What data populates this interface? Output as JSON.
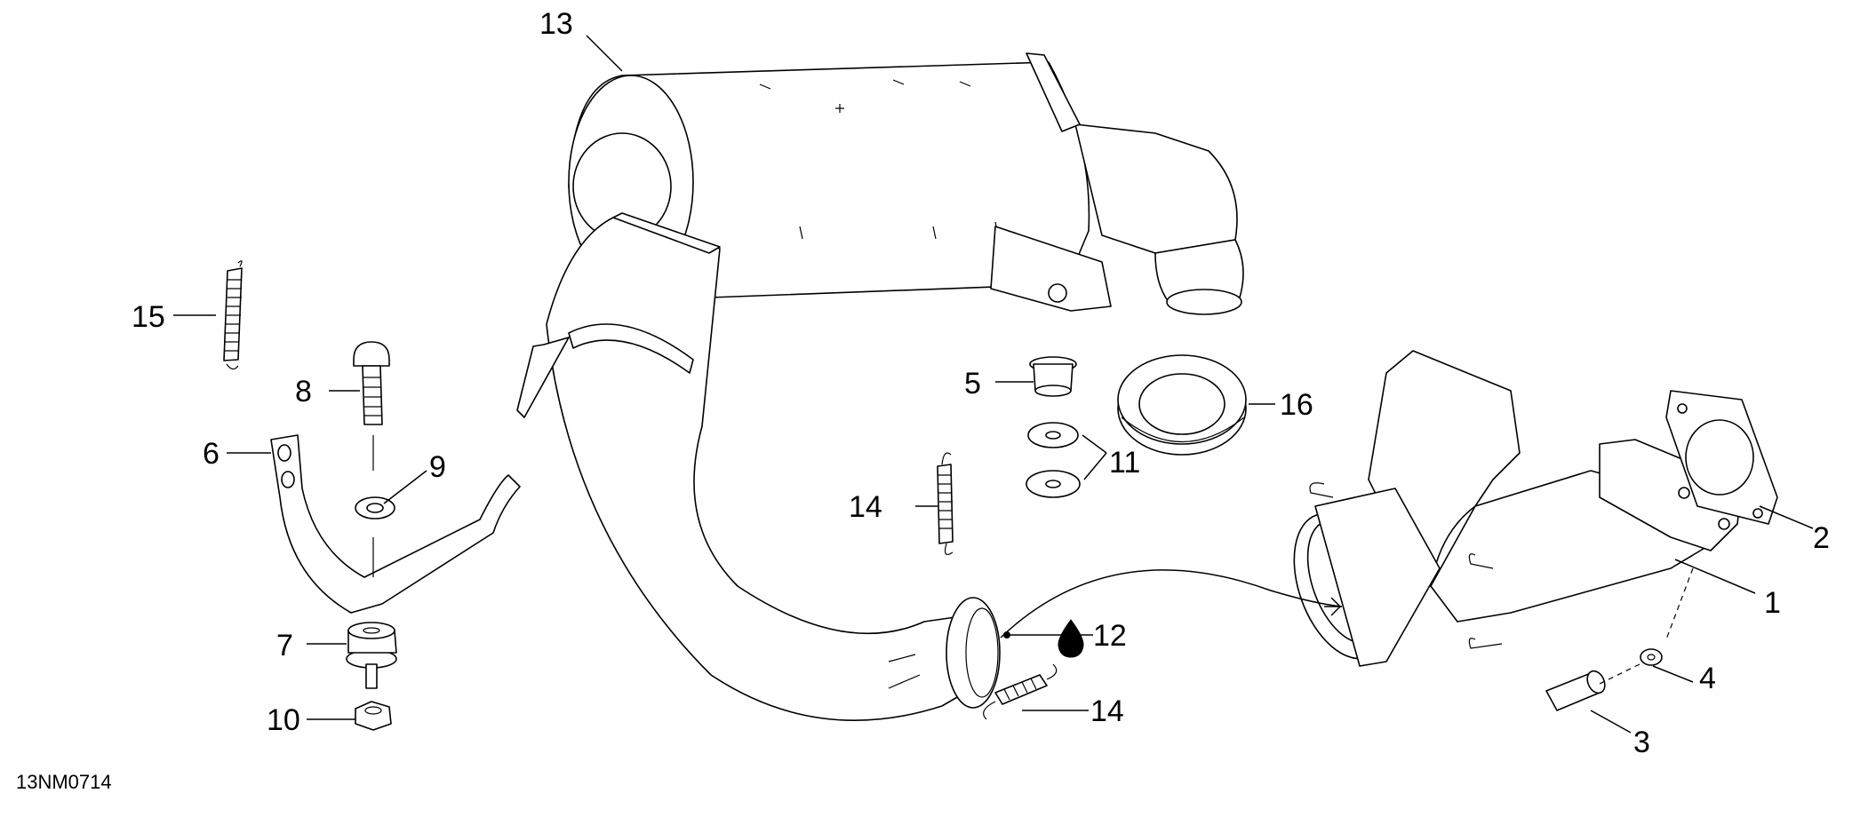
{
  "drawing_code": "13NM0714",
  "callouts": {
    "c1": "1",
    "c2": "2",
    "c3": "3",
    "c4": "4",
    "c5": "5",
    "c6": "6",
    "c7": "7",
    "c8": "8",
    "c9": "9",
    "c10": "10",
    "c11": "11",
    "c12": "12",
    "c13": "13",
    "c14a": "14",
    "c14b": "14",
    "c15": "15",
    "c16": "16"
  },
  "colors": {
    "line": "#000000",
    "background": "#ffffff"
  },
  "icons": {
    "c12": "oil-drop-icon"
  }
}
